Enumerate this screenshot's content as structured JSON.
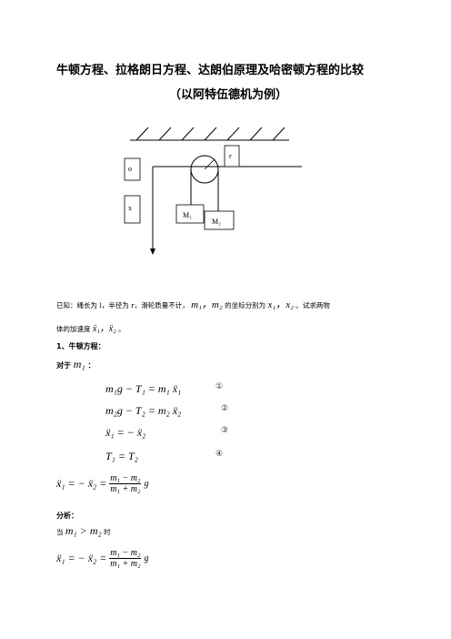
{
  "title": "牛顿方程、拉格朗日方程、达朗伯原理及哈密顿方程的比较",
  "subtitle": "（以阿特伍德机为例）",
  "diagram": {
    "label_o": "o",
    "label_x": "x",
    "label_r": "r",
    "mass1_label": "M₁",
    "mass2_label": "M₂"
  },
  "given": {
    "line1_text": "已知：绳长为 l，半径为 r，滑轮质量不计，",
    "m_vars": "m₁，m₂",
    "coord_text": "的坐标分别为",
    "x_vars": "x₁，x₂",
    "ask_text": "。试求两物",
    "line2_text": "体的加速度",
    "accels": "ẍ₁，ẍ₂",
    "end": "。"
  },
  "section1": {
    "heading": "1、牛顿方程：",
    "for_text": "对于",
    "for_var": "m₁",
    "for_colon": "："
  },
  "equations": [
    {
      "text": "m₁g − T₁ = m₁ ẍ₁",
      "num": "①"
    },
    {
      "text": "m₂g − T₂ = m₂ ẍ₂",
      "num": "②"
    },
    {
      "text": "ẍ₁ = − ẍ₂",
      "num": "③"
    },
    {
      "text": "T₁ = T₂",
      "num": "④"
    }
  ],
  "result": {
    "lhs": "ẍ₁ = − ẍ₂ =",
    "numerator": "m₁ − m₂",
    "denominator": "m₁ + m₂",
    "g": "g"
  },
  "analysis": {
    "heading": "分析：",
    "cond_prefix": "当",
    "cond": "m₁ > m₂",
    "cond_suffix": "时"
  },
  "result2": {
    "lhs": "ẍ₁ = − ẍ₂ =",
    "numerator": "m₁ − m₂",
    "denominator": "m₁ + m₂",
    "g": "g"
  }
}
